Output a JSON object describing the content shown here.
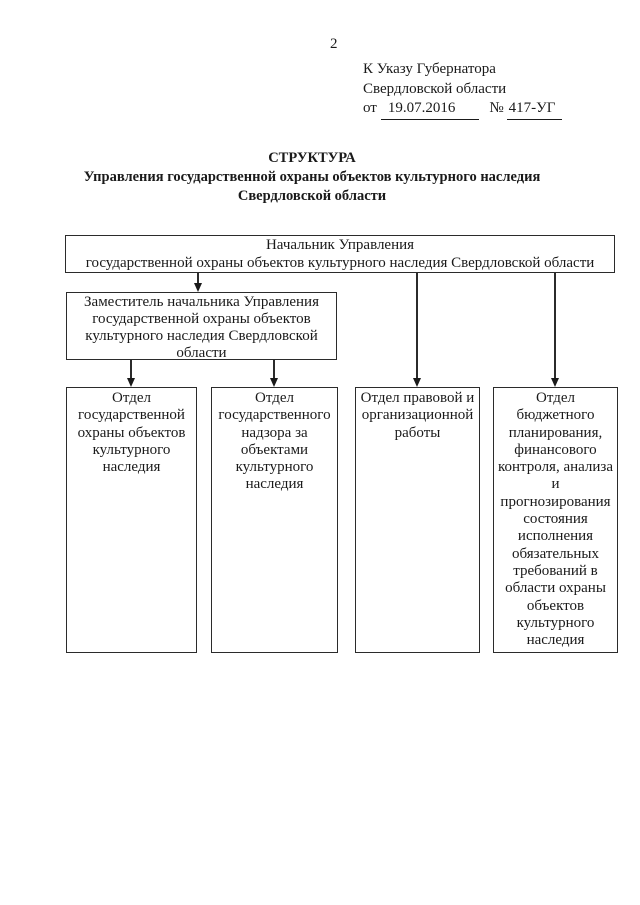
{
  "page": {
    "number": "2",
    "reference": {
      "line1": "К Указу Губернатора",
      "line2": "Свердловской области",
      "prefix": "от",
      "date": "19.07.2016",
      "number_sign": "№",
      "doc_number": "417-УГ"
    },
    "title": {
      "line1": "СТРУКТУРА",
      "line2": "Управления государственной охраны объектов культурного наследия",
      "line3": "Свердловской области"
    }
  },
  "org_chart": {
    "chief": {
      "line1": "Начальник Управления",
      "line2": "государственной охраны объектов культурного наследия Свердловской области"
    },
    "deputy": {
      "label": "Заместитель начальника Управления государственной охраны объектов культурного наследия Свердловской области"
    },
    "departments": [
      {
        "label": "Отдел государственной охраны объектов культурного наследия"
      },
      {
        "label": "Отдел государственного надзора за объектами культурного наследия"
      },
      {
        "label": "Отдел правовой и организационной работы"
      },
      {
        "label": "Отдел бюджетного планирования, финансового контроля, анализа и прогнозирования состояния исполнения обязательных требований в области охраны объектов культурного наследия"
      }
    ]
  },
  "colors": {
    "background": "#ffffff",
    "text": "#1a1a1a",
    "border": "#2b2b2b"
  }
}
